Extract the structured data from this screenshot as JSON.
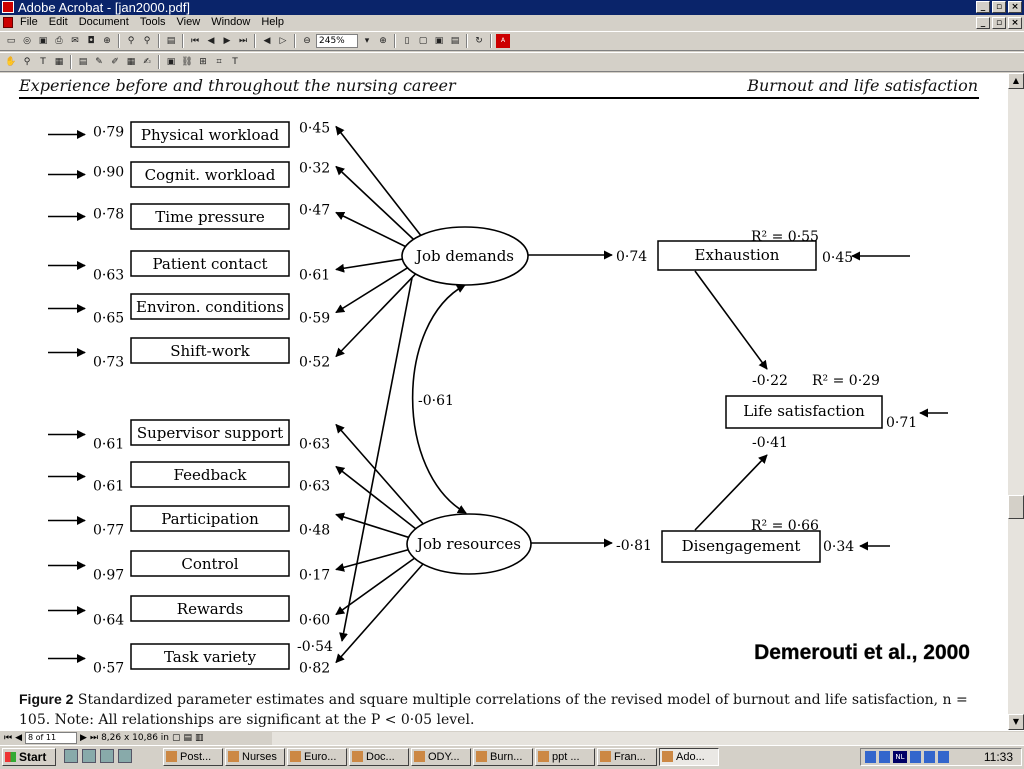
{
  "window": {
    "title": "Adobe Acrobat - [jan2000.pdf]"
  },
  "menu": [
    "File",
    "Edit",
    "Document",
    "Tools",
    "View",
    "Window",
    "Help"
  ],
  "toolbar": {
    "zoom": "245%"
  },
  "page_header": {
    "left": "Experience before and throughout the nursing career",
    "right": "Burnout and life satisfaction"
  },
  "diagram": {
    "demand_items": [
      {
        "label": "Physical  workload",
        "error": "0·79",
        "loading": "0·45"
      },
      {
        "label": "Cognit.  workload",
        "error": "0·90",
        "loading": "0·32"
      },
      {
        "label": "Time pressure",
        "error": "0·78",
        "loading": "0·47"
      },
      {
        "label": "Patient contact",
        "error": "0·63",
        "loading": "0·61"
      },
      {
        "label": "Environ. conditions",
        "error": "0·65",
        "loading": "0·59"
      },
      {
        "label": "Shift-work",
        "error": "0·73",
        "loading": "0·52"
      }
    ],
    "resource_items": [
      {
        "label": "Supervisor support",
        "error": "0·61",
        "loading": "0·63"
      },
      {
        "label": "Feedback",
        "error": "0·61",
        "loading": "0·63"
      },
      {
        "label": "Participation",
        "error": "0·77",
        "loading": "0·48"
      },
      {
        "label": "Control",
        "error": "0·97",
        "loading": "0·17"
      },
      {
        "label": "Rewards",
        "error": "0·64",
        "loading": "0·60"
      },
      {
        "label": "Task variety",
        "error": "0·57",
        "loading": "0·82",
        "cross_loading": "-0·54"
      }
    ],
    "latents": {
      "demands": "Job demands",
      "resources": "Job resources"
    },
    "correlation": "-0·61",
    "outcomes": {
      "exhaustion": {
        "label": "Exhaustion",
        "path": "0·74",
        "r2": "R² = 0·55",
        "error": "0·45"
      },
      "disengagement": {
        "label": "Disengagement",
        "path": "-0·81",
        "r2": "R² = 0·66",
        "error": "0·34"
      },
      "life": {
        "label": "Life satisfaction",
        "path_exh": "-0·22",
        "path_dis": "-0·41",
        "r2": "R² = 0·29",
        "error": "0·71"
      }
    },
    "citation": "Demerouti et al., 2000"
  },
  "caption": {
    "label": "Figure 2",
    "text": "Standardized parameter estimates and square multiple correlations of the revised model of burnout and life satisfaction, n = 105. Note: All relationships are significant at the P < 0·05 level."
  },
  "status": {
    "page": "8 of 11",
    "size": "8,26 x 10,86 in"
  },
  "taskbar": {
    "start": "Start",
    "tasks": [
      "Post...",
      "Nurses",
      "Euro...",
      "Doc...",
      "ODY...",
      "Burn...",
      "ppt ...",
      "Fran...",
      "Ado..."
    ],
    "clock": "11:33",
    "lang": "NL"
  }
}
